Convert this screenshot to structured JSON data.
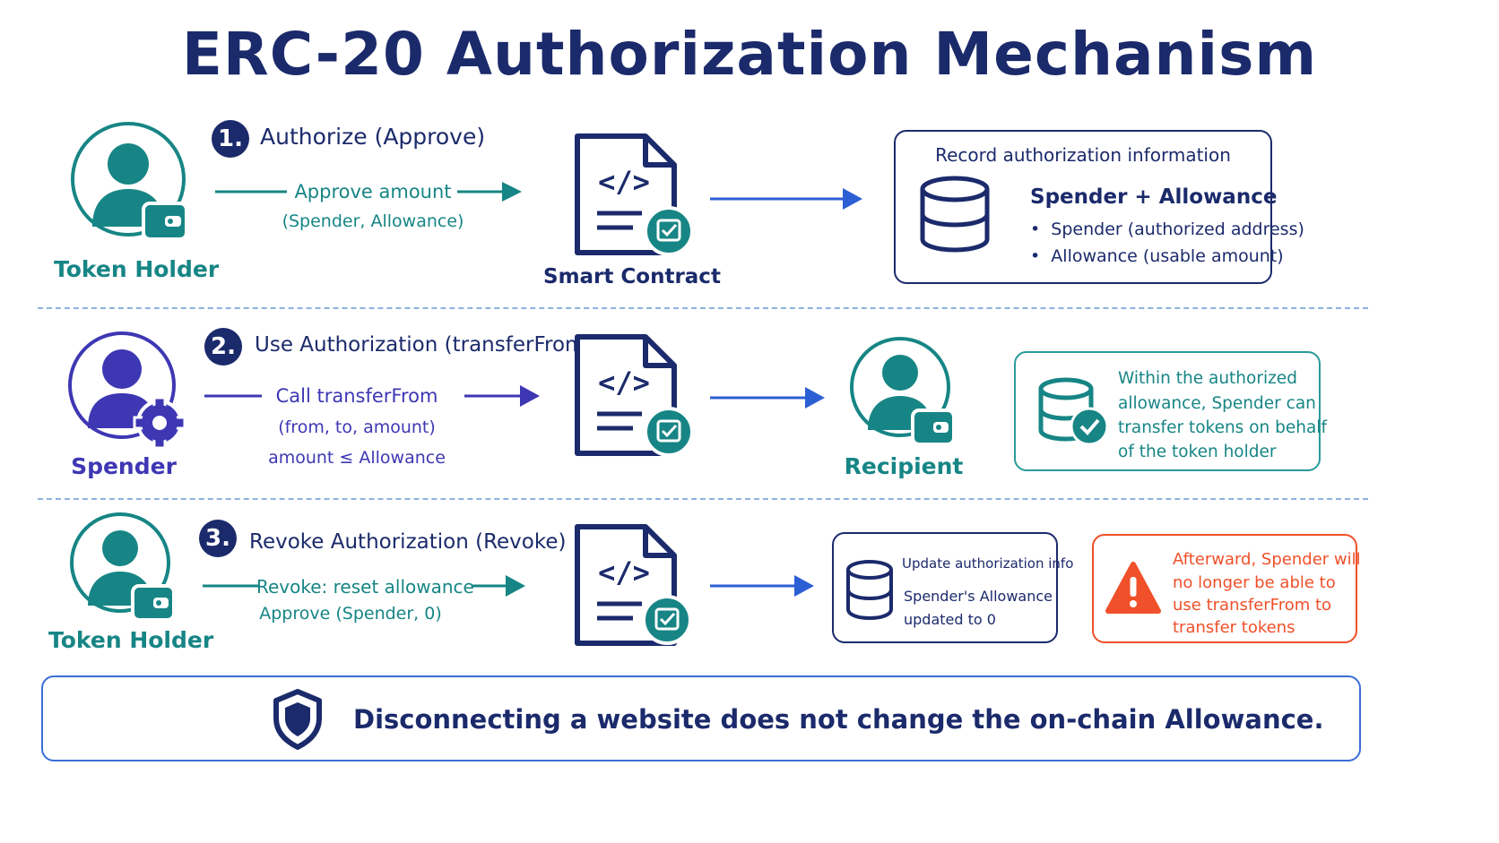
{
  "title": "ERC-20 Authorization Mechanism",
  "colors": {
    "navy": "#1b2a6b",
    "teal": "#178585",
    "indigo": "#3e37b4",
    "blue": "#2c5fd3",
    "red": "#f0502a"
  },
  "steps": [
    {
      "number": "1.",
      "title": "Authorize (Approve)",
      "actor": "Token Holder",
      "arrow_label": "Approve amount",
      "arrow_sub": "(Spender, Allowance)",
      "contract_label": "Smart Contract",
      "info_box": {
        "header": "Record authorization information",
        "title": "Spender + Allowance",
        "bullets": [
          "Spender (authorized address)",
          "Allowance (usable amount)"
        ]
      }
    },
    {
      "number": "2.",
      "title": "Use Authorization (transferFrom)",
      "actor": "Spender",
      "arrow_label": "Call transferFrom",
      "arrow_sub": "(from, to, amount)",
      "arrow_sub2": "amount ≤ Allowance",
      "recipient": "Recipient",
      "info_box": {
        "lines": [
          "Within the authorized",
          "allowance, Spender can",
          "transfer tokens on behalf",
          "of the token holder"
        ]
      }
    },
    {
      "number": "3.",
      "title": "Revoke Authorization (Revoke)",
      "actor": "Token Holder",
      "arrow_label": "Revoke: reset allowance",
      "arrow_sub": "Approve (Spender, 0)",
      "info_box": {
        "header": "Update authorization info",
        "lines": [
          "Spender's Allowance",
          "updated to 0"
        ]
      },
      "warning_box": {
        "lines": [
          "Afterward, Spender will",
          "no longer be able to",
          "use transferFrom to",
          "transfer tokens"
        ]
      }
    }
  ],
  "footer": "Disconnecting a website does not change the on-chain Allowance.",
  "icons": [
    "user-wallet-icon",
    "user-gear-icon",
    "contract-document-icon",
    "database-icon",
    "check-icon",
    "warning-icon",
    "shield-icon",
    "arrow-right-icon"
  ]
}
